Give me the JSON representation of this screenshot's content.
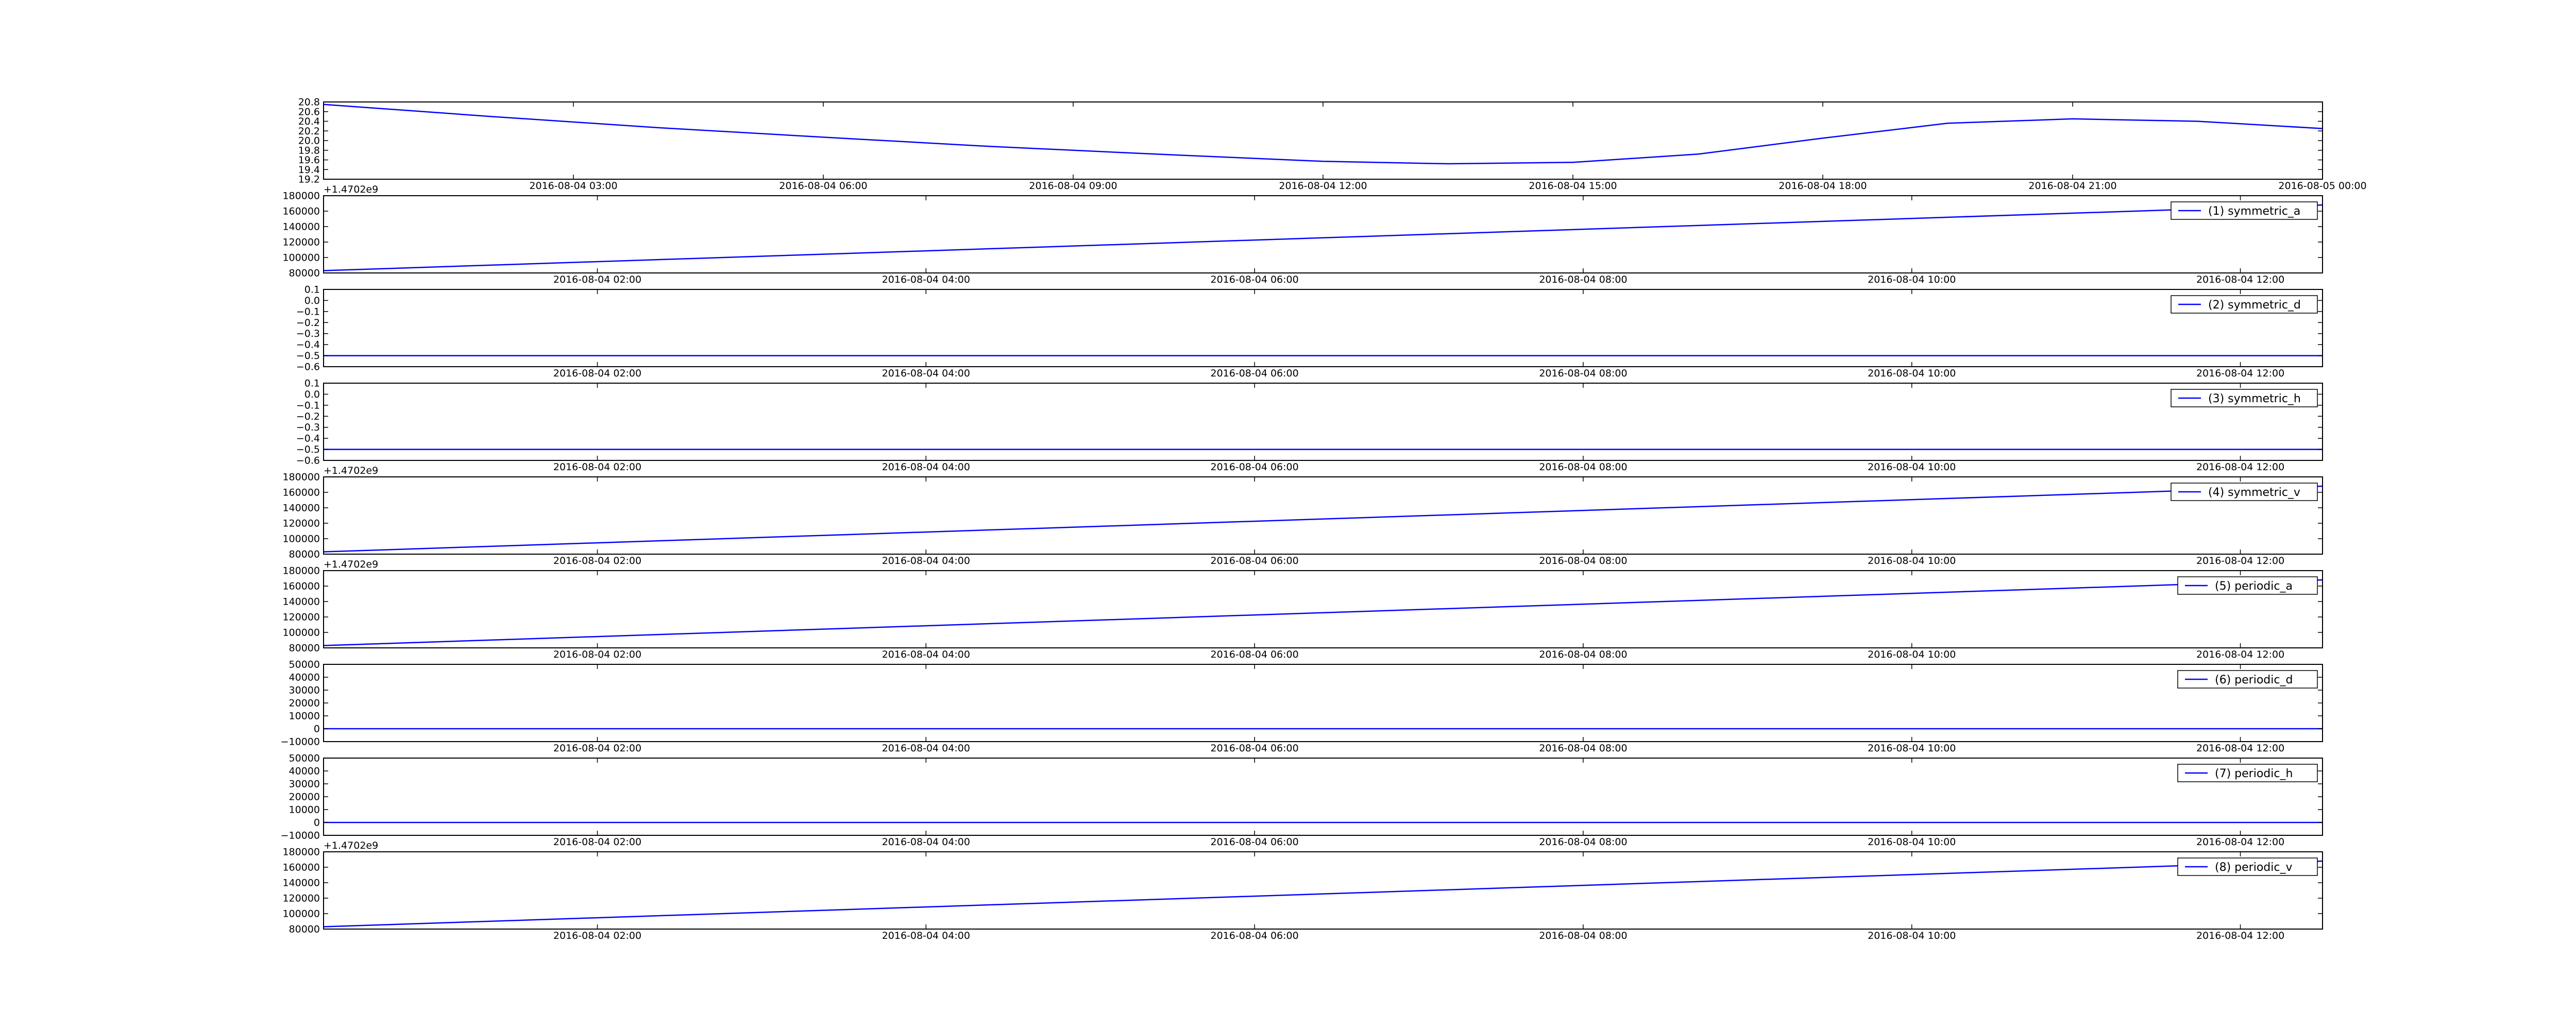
{
  "figure": {
    "background": "#ffffff",
    "line_color": "#0000ff",
    "axes_color": "#000000"
  },
  "chart_data": [
    {
      "type": "line",
      "title": "",
      "xlabel": "",
      "ylabel": "",
      "legend": null,
      "offset_label": "",
      "xlim": [
        "2016-08-04 00:00",
        "2016-08-05 00:00"
      ],
      "xticks": [
        "2016-08-04 03:00",
        "2016-08-04 06:00",
        "2016-08-04 09:00",
        "2016-08-04 12:00",
        "2016-08-04 15:00",
        "2016-08-04 18:00",
        "2016-08-04 21:00",
        "2016-08-05 00:00"
      ],
      "ylim": [
        19.2,
        20.8
      ],
      "yticks": [
        19.2,
        19.4,
        19.6,
        19.8,
        20.0,
        20.2,
        20.4,
        20.6,
        20.8
      ],
      "ytick_labels": [
        "19.2",
        "19.4",
        "19.6",
        "19.8",
        "20.0",
        "20.2",
        "20.4",
        "20.6",
        "20.8"
      ],
      "series": [
        {
          "x": [
            "2016-08-04 00:00",
            "2016-08-04 02:00",
            "2016-08-04 04:00",
            "2016-08-04 06:00",
            "2016-08-04 08:00",
            "2016-08-04 10:00",
            "2016-08-04 12:00",
            "2016-08-04 13:30",
            "2016-08-04 15:00",
            "2016-08-04 16:30",
            "2016-08-04 18:00",
            "2016-08-04 19:30",
            "2016-08-04 21:00",
            "2016-08-04 22:30",
            "2016-08-05 00:00"
          ],
          "values": [
            20.75,
            20.5,
            20.27,
            20.07,
            19.88,
            19.72,
            19.57,
            19.52,
            19.55,
            19.72,
            20.05,
            20.36,
            20.45,
            20.4,
            20.25
          ]
        }
      ]
    },
    {
      "type": "line",
      "title": "",
      "xlabel": "",
      "ylabel": "",
      "legend": "(1) symmetric_a",
      "offset_label": "+1.4702e9",
      "xlim": [
        "2016-08-04 00:20",
        "2016-08-04 12:30"
      ],
      "xticks": [
        "2016-08-04 02:00",
        "2016-08-04 04:00",
        "2016-08-04 06:00",
        "2016-08-04 08:00",
        "2016-08-04 10:00",
        "2016-08-04 12:00"
      ],
      "ylim": [
        80000,
        180000
      ],
      "yticks": [
        80000,
        100000,
        120000,
        140000,
        160000,
        180000
      ],
      "ytick_labels": [
        "80000",
        "100000",
        "120000",
        "140000",
        "160000",
        "180000"
      ],
      "series": [
        {
          "name": "(1) symmetric_a",
          "x": [
            "2016-08-04 00:20",
            "2016-08-04 12:30"
          ],
          "values": [
            83000,
            168000
          ]
        }
      ]
    },
    {
      "type": "line",
      "title": "",
      "xlabel": "",
      "ylabel": "",
      "legend": "(2) symmetric_d",
      "offset_label": "",
      "xlim": [
        "2016-08-04 00:20",
        "2016-08-04 12:30"
      ],
      "xticks": [
        "2016-08-04 02:00",
        "2016-08-04 04:00",
        "2016-08-04 06:00",
        "2016-08-04 08:00",
        "2016-08-04 10:00",
        "2016-08-04 12:00"
      ],
      "ylim": [
        -0.6,
        0.1
      ],
      "yticks": [
        -0.6,
        -0.5,
        -0.4,
        -0.3,
        -0.2,
        -0.1,
        0.0,
        0.1
      ],
      "ytick_labels": [
        "−0.6",
        "−0.5",
        "−0.4",
        "−0.3",
        "−0.2",
        "−0.1",
        "0.0",
        "0.1"
      ],
      "series": [
        {
          "name": "(2) symmetric_d",
          "x": [
            "2016-08-04 00:20",
            "2016-08-04 12:30"
          ],
          "values": [
            -0.5,
            -0.5
          ]
        }
      ]
    },
    {
      "type": "line",
      "title": "",
      "xlabel": "",
      "ylabel": "",
      "legend": "(3) symmetric_h",
      "offset_label": "",
      "xlim": [
        "2016-08-04 00:20",
        "2016-08-04 12:30"
      ],
      "xticks": [
        "2016-08-04 02:00",
        "2016-08-04 04:00",
        "2016-08-04 06:00",
        "2016-08-04 08:00",
        "2016-08-04 10:00",
        "2016-08-04 12:00"
      ],
      "ylim": [
        -0.6,
        0.1
      ],
      "yticks": [
        -0.6,
        -0.5,
        -0.4,
        -0.3,
        -0.2,
        -0.1,
        0.0,
        0.1
      ],
      "ytick_labels": [
        "−0.6",
        "−0.5",
        "−0.4",
        "−0.3",
        "−0.2",
        "−0.1",
        "0.0",
        "0.1"
      ],
      "series": [
        {
          "name": "(3) symmetric_h",
          "x": [
            "2016-08-04 00:20",
            "2016-08-04 12:30"
          ],
          "values": [
            -0.5,
            -0.5
          ]
        }
      ]
    },
    {
      "type": "line",
      "title": "",
      "xlabel": "",
      "ylabel": "",
      "legend": "(4) symmetric_v",
      "offset_label": "+1.4702e9",
      "xlim": [
        "2016-08-04 00:20",
        "2016-08-04 12:30"
      ],
      "xticks": [
        "2016-08-04 02:00",
        "2016-08-04 04:00",
        "2016-08-04 06:00",
        "2016-08-04 08:00",
        "2016-08-04 10:00",
        "2016-08-04 12:00"
      ],
      "ylim": [
        80000,
        180000
      ],
      "yticks": [
        80000,
        100000,
        120000,
        140000,
        160000,
        180000
      ],
      "ytick_labels": [
        "80000",
        "100000",
        "120000",
        "140000",
        "160000",
        "180000"
      ],
      "series": [
        {
          "name": "(4) symmetric_v",
          "x": [
            "2016-08-04 00:20",
            "2016-08-04 12:30"
          ],
          "values": [
            83000,
            168000
          ]
        }
      ]
    },
    {
      "type": "line",
      "title": "",
      "xlabel": "",
      "ylabel": "",
      "legend": "(5) periodic_a",
      "offset_label": "+1.4702e9",
      "xlim": [
        "2016-08-04 00:20",
        "2016-08-04 12:30"
      ],
      "xticks": [
        "2016-08-04 02:00",
        "2016-08-04 04:00",
        "2016-08-04 06:00",
        "2016-08-04 08:00",
        "2016-08-04 10:00",
        "2016-08-04 12:00"
      ],
      "ylim": [
        80000,
        180000
      ],
      "yticks": [
        80000,
        100000,
        120000,
        140000,
        160000,
        180000
      ],
      "ytick_labels": [
        "80000",
        "100000",
        "120000",
        "140000",
        "160000",
        "180000"
      ],
      "series": [
        {
          "name": "(5) periodic_a",
          "x": [
            "2016-08-04 00:20",
            "2016-08-04 12:30"
          ],
          "values": [
            83000,
            168000
          ]
        }
      ]
    },
    {
      "type": "line",
      "title": "",
      "xlabel": "",
      "ylabel": "",
      "legend": "(6) periodic_d",
      "offset_label": "",
      "xlim": [
        "2016-08-04 00:20",
        "2016-08-04 12:30"
      ],
      "xticks": [
        "2016-08-04 02:00",
        "2016-08-04 04:00",
        "2016-08-04 06:00",
        "2016-08-04 08:00",
        "2016-08-04 10:00",
        "2016-08-04 12:00"
      ],
      "ylim": [
        -10000,
        50000
      ],
      "yticks": [
        -10000,
        0,
        10000,
        20000,
        30000,
        40000,
        50000
      ],
      "ytick_labels": [
        "−10000",
        "0",
        "10000",
        "20000",
        "30000",
        "40000",
        "50000"
      ],
      "series": [
        {
          "name": "(6) periodic_d",
          "x": [
            "2016-08-04 00:20",
            "2016-08-04 12:30"
          ],
          "values": [
            0,
            0
          ]
        }
      ]
    },
    {
      "type": "line",
      "title": "",
      "xlabel": "",
      "ylabel": "",
      "legend": "(7) periodic_h",
      "offset_label": "",
      "xlim": [
        "2016-08-04 00:20",
        "2016-08-04 12:30"
      ],
      "xticks": [
        "2016-08-04 02:00",
        "2016-08-04 04:00",
        "2016-08-04 06:00",
        "2016-08-04 08:00",
        "2016-08-04 10:00",
        "2016-08-04 12:00"
      ],
      "ylim": [
        -10000,
        50000
      ],
      "yticks": [
        -10000,
        0,
        10000,
        20000,
        30000,
        40000,
        50000
      ],
      "ytick_labels": [
        "−10000",
        "0",
        "10000",
        "20000",
        "30000",
        "40000",
        "50000"
      ],
      "series": [
        {
          "name": "(7) periodic_h",
          "x": [
            "2016-08-04 00:20",
            "2016-08-04 12:30"
          ],
          "values": [
            0,
            0
          ]
        }
      ]
    },
    {
      "type": "line",
      "title": "",
      "xlabel": "",
      "ylabel": "",
      "legend": "(8) periodic_v",
      "offset_label": "+1.4702e9",
      "xlim": [
        "2016-08-04 00:20",
        "2016-08-04 12:30"
      ],
      "xticks": [
        "2016-08-04 02:00",
        "2016-08-04 04:00",
        "2016-08-04 06:00",
        "2016-08-04 08:00",
        "2016-08-04 10:00",
        "2016-08-04 12:00"
      ],
      "ylim": [
        80000,
        180000
      ],
      "yticks": [
        80000,
        100000,
        120000,
        140000,
        160000,
        180000
      ],
      "ytick_labels": [
        "80000",
        "100000",
        "120000",
        "140000",
        "160000",
        "180000"
      ],
      "series": [
        {
          "name": "(8) periodic_v",
          "x": [
            "2016-08-04 00:20",
            "2016-08-04 12:30"
          ],
          "values": [
            83000,
            168000
          ]
        }
      ]
    }
  ]
}
